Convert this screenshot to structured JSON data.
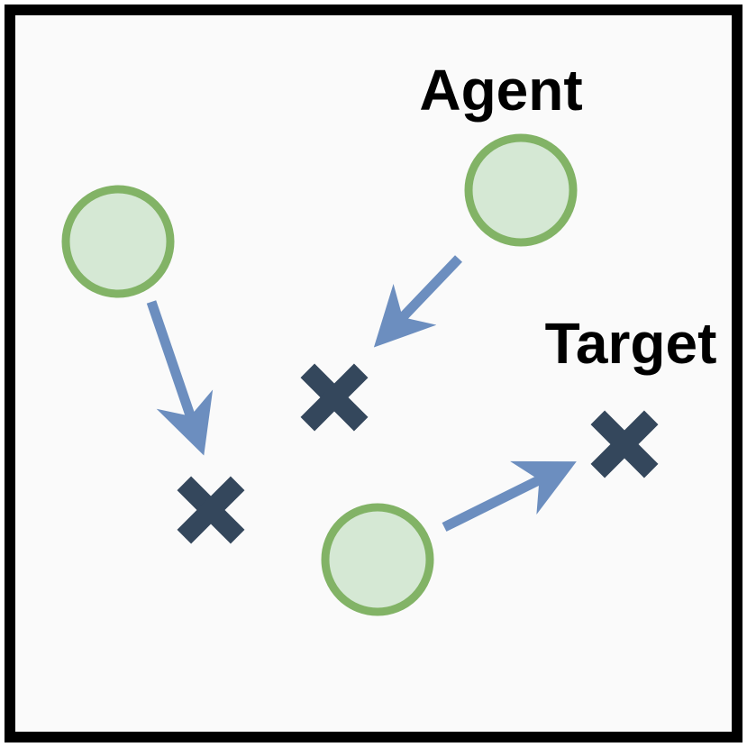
{
  "labels": {
    "agent": "Agent",
    "target": "Target"
  },
  "agents": [
    {
      "id": "agent-1",
      "points_to": "target-1"
    },
    {
      "id": "agent-2",
      "points_to": "target-2"
    },
    {
      "id": "agent-3",
      "points_to": "target-3"
    }
  ],
  "targets": [
    {
      "id": "target-1"
    },
    {
      "id": "target-2"
    },
    {
      "id": "target-3"
    }
  ],
  "colors": {
    "agent_fill": "#d5e8d4",
    "agent_stroke": "#82b366",
    "arrow": "#6c8ebf",
    "target_mark": "#34475c",
    "frame": "#000000",
    "background": "#fafafa"
  },
  "icons": {
    "agent": "circle",
    "target": "x-mark",
    "movement": "arrow"
  }
}
